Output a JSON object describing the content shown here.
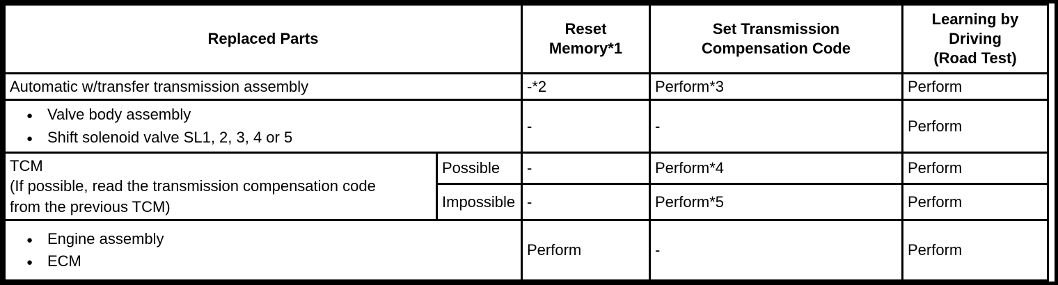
{
  "icons": {
    "bullet": "●"
  },
  "table": {
    "headers": {
      "replaced_parts": "Replaced Parts",
      "reset_memory": "Reset\nMemory*1",
      "set_code": "Set Transmission\nCompensation Code",
      "learning": "Learning by\nDriving\n(Road Test)"
    },
    "rows": {
      "automatic": {
        "part": "Automatic w/transfer transmission assembly",
        "reset": "-*2",
        "set_code": "Perform*3",
        "learning": "Perform"
      },
      "valve": {
        "items": [
          "Valve body assembly",
          "Shift solenoid valve SL1, 2, 3, 4 or 5"
        ],
        "reset": "-",
        "set_code": "-",
        "learning": "Perform"
      },
      "tcm": {
        "part": "TCM\n(If possible, read the transmission compensation code\nfrom the previous TCM)",
        "possible": {
          "label": "Possible",
          "reset": "-",
          "set_code": "Perform*4",
          "learning": "Perform"
        },
        "impossible": {
          "label": "Impossible",
          "reset": "-",
          "set_code": "Perform*5",
          "learning": "Perform"
        }
      },
      "engine": {
        "items": [
          "Engine assembly",
          "ECM"
        ],
        "reset": "Perform",
        "set_code": "-",
        "learning": "Perform"
      }
    }
  }
}
